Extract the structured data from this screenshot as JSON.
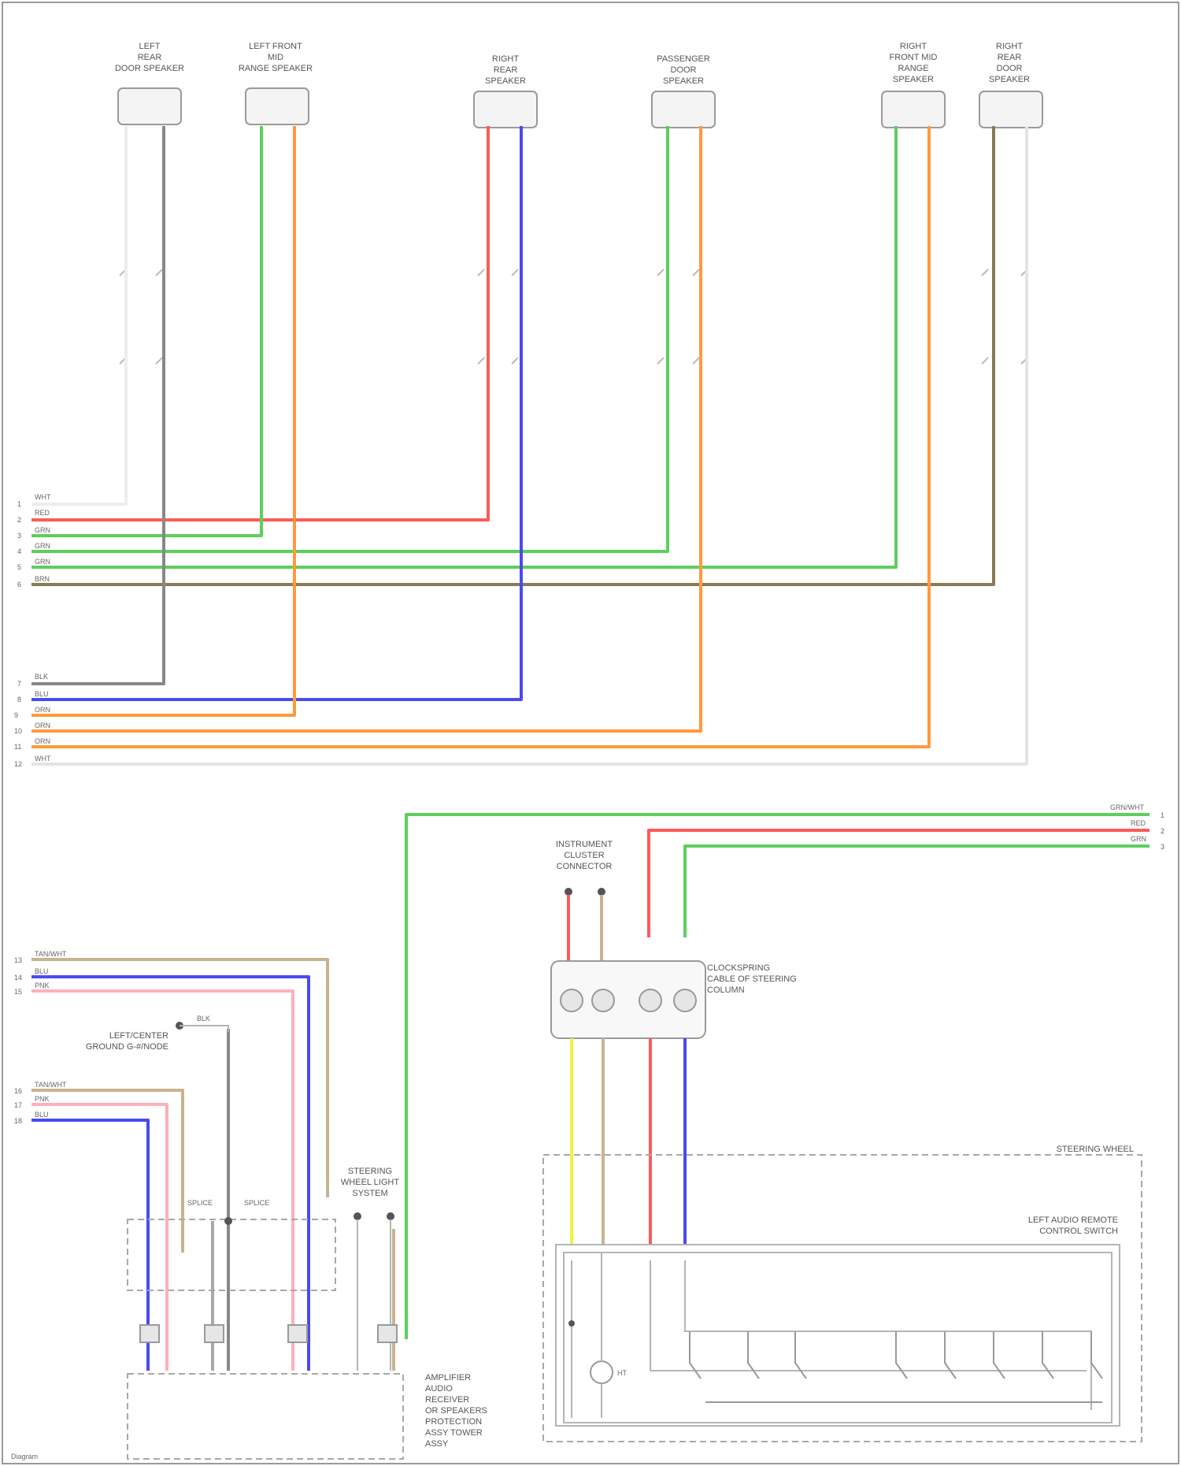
{
  "footer": {
    "credit": "Diagram"
  },
  "colors": {
    "red": "#ff5a5a",
    "green": "#5ccf5c",
    "orange": "#ff9a3c",
    "blue": "#4a4af2",
    "brown": "#8a7a55",
    "gray": "#888888",
    "white": "#d8d8d8",
    "pink": "#ffb0b8",
    "tan": "#c9b38f",
    "yellow": "#f2f23c"
  },
  "modules": [
    {
      "id": "spk1",
      "label_lines": [
        "LEFT",
        "REAR",
        "DOOR SPEAKER"
      ]
    },
    {
      "id": "spk2",
      "label_lines": [
        "LEFT FRONT",
        "MID",
        "RANGE SPEAKER"
      ]
    },
    {
      "id": "spk3",
      "label_lines": [
        "RIGHT",
        "REAR",
        "SPEAKER"
      ]
    },
    {
      "id": "spk4",
      "label_lines": [
        "PASSENGER",
        "DOOR",
        "SPEAKER"
      ]
    },
    {
      "id": "spk5",
      "label_lines": [
        "RIGHT",
        "FRONT MID",
        "RANGE",
        "SPEAKER"
      ]
    },
    {
      "id": "spk6",
      "label_lines": [
        "RIGHT",
        "REAR",
        "DOOR",
        "SPEAKER"
      ]
    }
  ],
  "harness_top": [
    {
      "pin": "1",
      "code": "WHT"
    },
    {
      "pin": "2",
      "code": "RED"
    },
    {
      "pin": "3",
      "code": "GRN"
    },
    {
      "pin": "4",
      "code": "GRN"
    },
    {
      "pin": "5",
      "code": "GRN"
    },
    {
      "pin": "6",
      "code": "BRN"
    }
  ],
  "harness_mid": [
    {
      "pin": "7",
      "code": "BLK"
    },
    {
      "pin": "8",
      "code": "BLU"
    },
    {
      "pin": "9",
      "code": "ORN"
    },
    {
      "pin": "10",
      "code": "ORN"
    },
    {
      "pin": "11",
      "code": "ORN"
    },
    {
      "pin": "12",
      "code": "WHT"
    }
  ],
  "right_harness": [
    {
      "pin": "1",
      "code": "GRN/WHT"
    },
    {
      "pin": "2",
      "code": "RED"
    },
    {
      "pin": "3",
      "code": "GRN"
    }
  ],
  "bottom_left_group1": [
    {
      "pin": "13",
      "code": "TAN/WHT"
    },
    {
      "pin": "14",
      "code": "BLU"
    },
    {
      "pin": "15",
      "code": "PNK"
    }
  ],
  "bottom_left_group2": [
    {
      "pin": "16",
      "code": "TAN/WHT"
    },
    {
      "pin": "17",
      "code": "PNK"
    },
    {
      "pin": "18",
      "code": "BLU"
    }
  ],
  "components": {
    "ground_label": [
      "LEFT/CENTER",
      "GROUND G-#/NODE"
    ],
    "ground_code": "BLK",
    "splice_left": "SPLICE",
    "splice_right": "SPLICE",
    "center_light": [
      "STEERING",
      "WHEEL LIGHT",
      "SYSTEM"
    ],
    "upper_connector": [
      "INSTRUMENT",
      "CLUSTER",
      "CONNECTOR"
    ],
    "clockspring": [
      "CLOCKSPRING",
      "CABLE OF STEERING",
      "COLUMN"
    ],
    "steering_wheel": "STEERING WHEEL",
    "audio_switch": [
      "LEFT AUDIO REMOTE",
      "CONTROL SWITCH"
    ],
    "audio_unit": [
      "AMPLIFIER",
      "AUDIO",
      "RECEIVER",
      "OR SPEAKERS",
      "PROTECTION",
      "ASSY TOWER",
      "ASSY"
    ],
    "horn_label": "HT"
  }
}
